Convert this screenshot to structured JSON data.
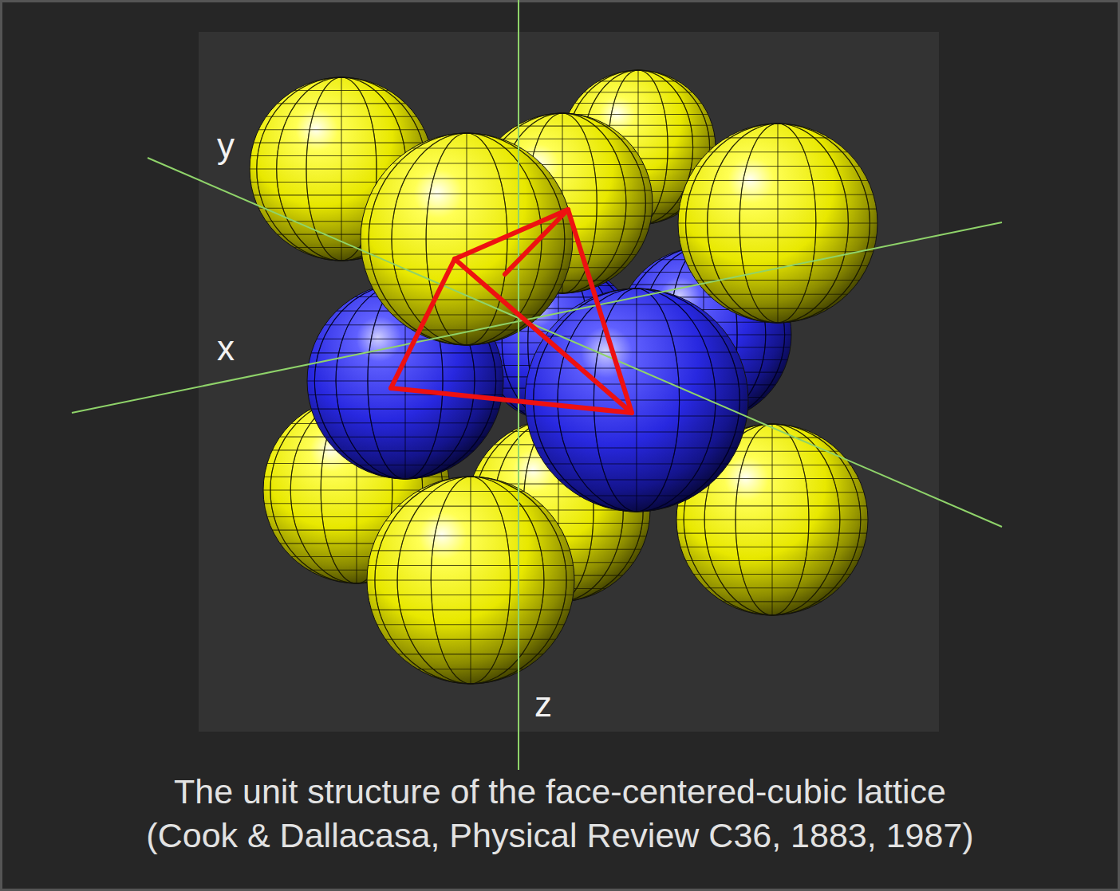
{
  "diagram": {
    "caption": "The unit structure of the face-centered-cubic lattice (Cook & Dallacasa, Physical Review C36, 1883, 1987)",
    "labels": [
      "y",
      "x",
      "z"
    ]
  }
}
